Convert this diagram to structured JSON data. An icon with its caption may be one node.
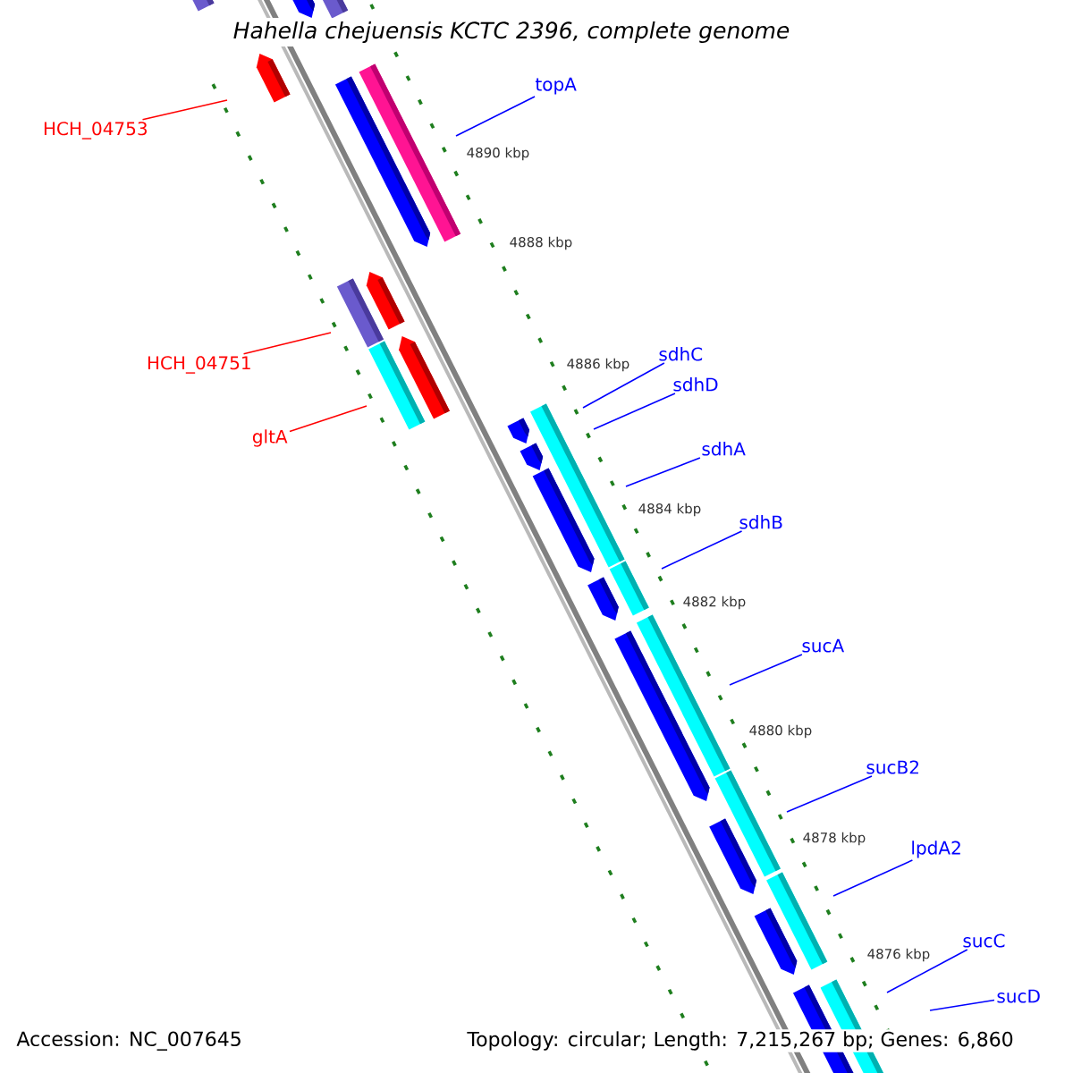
{
  "diagram": {
    "title": "Hahella chejuensis KCTC 2396, complete genome",
    "nodes": [
      {
        "text": [
          "HCH_04753"
        ]
      },
      {
        "text": [
          "HCH_04751"
        ]
      },
      {
        "text": [
          "gltA"
        ]
      },
      {
        "text": [
          "topA"
        ]
      },
      {
        "text": [
          "sdhC"
        ]
      },
      {
        "text": [
          "sdhD"
        ]
      },
      {
        "text": [
          "sdhA"
        ]
      },
      {
        "text": [
          "sdhB"
        ]
      },
      {
        "text": [
          "sucA"
        ]
      },
      {
        "text": [
          "sucB2"
        ]
      },
      {
        "text": [
          "lpdA2"
        ]
      },
      {
        "text": [
          "sucC"
        ]
      },
      {
        "text": [
          "sucD"
        ]
      }
    ],
    "edges": [
      {
        "from": 0,
        "to": null,
        "arrow": "none",
        "color": "#ff0000"
      },
      {
        "from": 1,
        "to": null,
        "arrow": "none",
        "color": "#ff0000"
      },
      {
        "from": 2,
        "to": null,
        "arrow": "none",
        "color": "#ff0000"
      },
      {
        "from": 3,
        "to": null,
        "arrow": "none"
      },
      {
        "from": 4,
        "to": null,
        "arrow": "none"
      },
      {
        "from": 5,
        "to": null,
        "arrow": "none"
      },
      {
        "from": 6,
        "to": null,
        "arrow": "none"
      },
      {
        "from": 7,
        "to": null,
        "arrow": "none"
      },
      {
        "from": 8,
        "to": null,
        "arrow": "none"
      },
      {
        "from": 9,
        "to": null,
        "arrow": "none"
      },
      {
        "from": 10,
        "to": null,
        "arrow": "none"
      },
      {
        "from": 11,
        "to": null,
        "arrow": "none"
      },
      {
        "from": 12,
        "to": null,
        "arrow": "none"
      }
    ],
    "labels": [
      "4890 kbp",
      "4888 kbp",
      "4886 kbp",
      "4884 kbp",
      "4882 kbp",
      "4880 kbp",
      "4878 kbp",
      "4876 kbp",
      "Accession: NC_007645",
      "Topology: circular; Length: 7,215,267 bp; Genes: 6,860"
    ]
  }
}
